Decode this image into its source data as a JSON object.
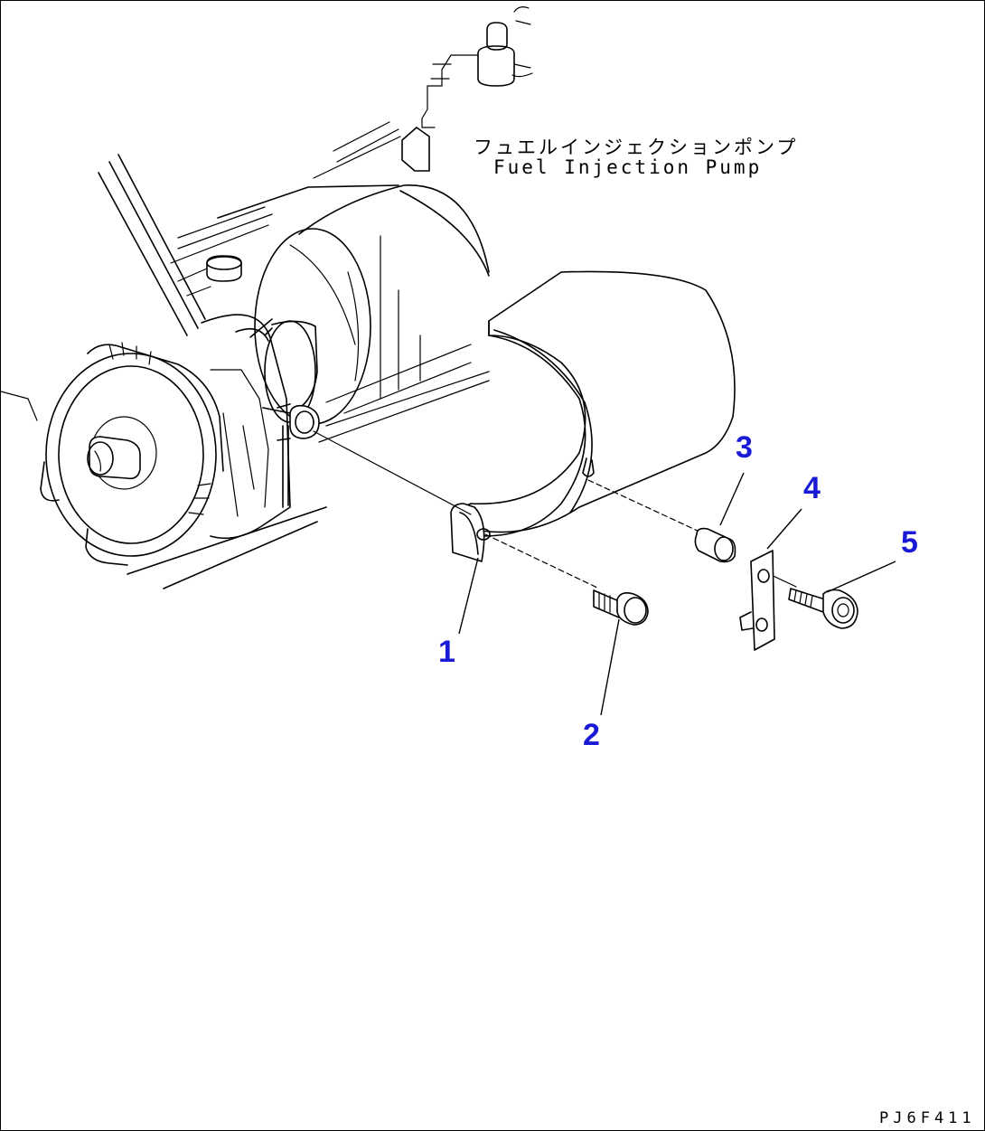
{
  "pump_label": {
    "japanese": "フュエルインジェクションポンプ",
    "english": "Fuel Injection Pump"
  },
  "callouts": [
    {
      "number": "1",
      "color": "#1a1ad6"
    },
    {
      "number": "2",
      "color": "#1a1ad6"
    },
    {
      "number": "3",
      "color": "#1a1ad6"
    },
    {
      "number": "4",
      "color": "#1a1ad6"
    },
    {
      "number": "5",
      "color": "#1a1ad6"
    }
  ],
  "drawing_code": "PJ6F411"
}
